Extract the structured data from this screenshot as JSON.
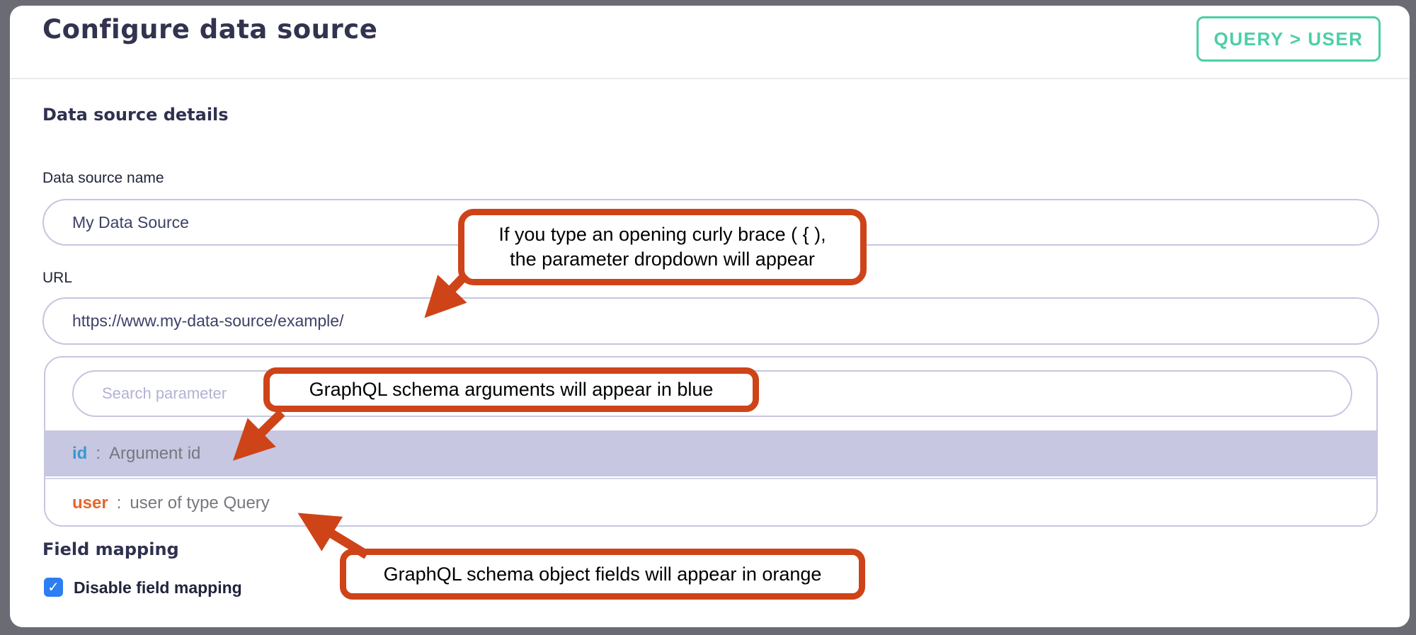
{
  "window": {
    "title": "Configure data source",
    "badge_label": "QUERY > USER"
  },
  "details": {
    "heading": "Data source details"
  },
  "form": {
    "name_label": "Data source name",
    "name_value": "My Data Source",
    "url_label": "URL",
    "url_value": "https://www.my-data-source/example/"
  },
  "dropdown": {
    "search_placeholder": "Search parameter",
    "items": [
      {
        "token": "id",
        "sep": ":",
        "desc": "Argument id"
      },
      {
        "token": "user",
        "sep": ":",
        "desc": "user of type Query"
      }
    ]
  },
  "field_mapping": {
    "heading": "Field mapping",
    "checkbox_label": "Disable field mapping",
    "checked": true,
    "check_glyph": "✓"
  },
  "callouts": {
    "curly_brace": {
      "line1": "If you type an opening curly brace ( { ),",
      "line2": "the parameter dropdown will appear"
    },
    "blue_args": {
      "text": "GraphQL schema arguments will appear in blue"
    },
    "orange_fields": {
      "text": "GraphQL schema object fields will appear in orange"
    }
  },
  "colors": {
    "accent_teal": "#4bcfa6",
    "annotation_orange": "#ce4418",
    "argument_blue": "#3a97d3",
    "object_field_orange": "#e7662c",
    "highlight_lavender": "#c7c7e2",
    "checkbox_blue": "#2c7ef2",
    "frame_gray": "#6b6b73"
  }
}
